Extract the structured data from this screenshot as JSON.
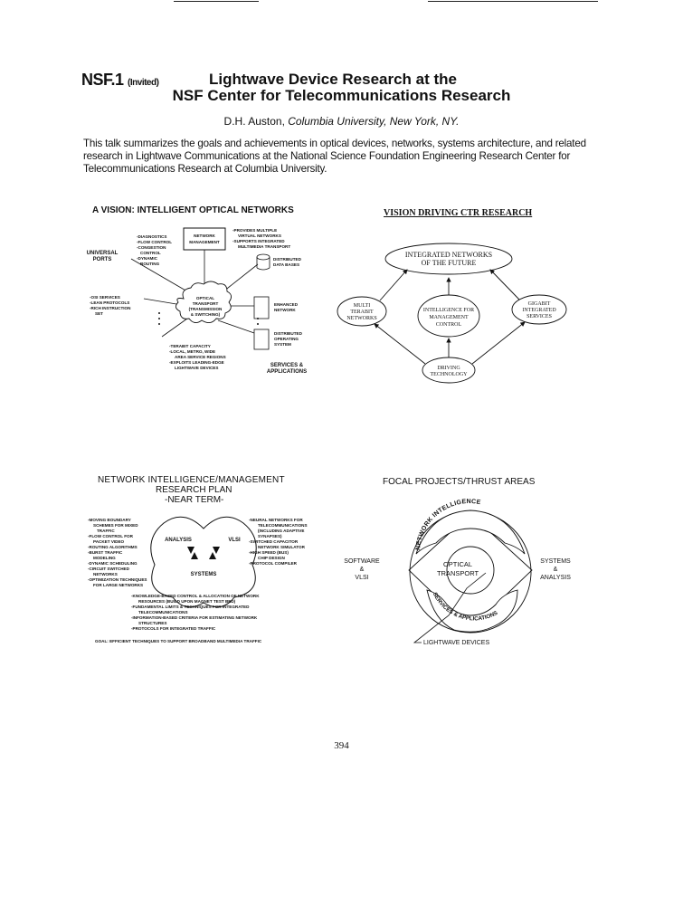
{
  "header": {
    "code": "NSF.1",
    "invited": "(Invited)",
    "title_line1": "Lightwave Device Research at the",
    "title_line2": "NSF Center for Telecommunications Research",
    "author_name": "D.H. Auston,",
    "author_affiliation": "Columbia University, New York, NY."
  },
  "abstract": "This talk summarizes the goals and achievements in optical devices, networks, systems architecture, and related research in Lightwave Communications at the National Science Foundation Engineering Research Center for Telecommunications Research at Columbia University.",
  "fig1": {
    "title": "A VISION: INTELLIGENT OPTICAL NETWORKS",
    "network_management": [
      "NETWORK",
      "MANAGEMENT"
    ],
    "left_top_list": [
      "-DIAGNOSTICS",
      "-FLOW CONTROL",
      "-CONGESTION",
      "CONTROL",
      "-DYNAMIC",
      "ROUTING"
    ],
    "universal_ports": [
      "UNIVERSAL",
      "PORTS"
    ],
    "right_top_list": [
      "-PROVIDES MULTIPLE",
      "VIRTUAL NETWORKS",
      "-SUPPORTS INTEGRATED",
      "MULTIMEDIA TRANSPORT"
    ],
    "distributed_data": [
      "DISTRIBUTED",
      "DATA BASES"
    ],
    "left_mid_list": [
      "-OSI SERVICES",
      "-LEAN PROTOCOLS",
      "-RICH INSTRUCTION",
      "SET"
    ],
    "cloud": [
      "OPTICAL",
      "TRANSPORT",
      "(TRANSMISSION",
      "& SWITCHING)"
    ],
    "enhanced": [
      "ENHANCED",
      "NETWORK"
    ],
    "distributed_os": [
      "DISTRIBUTED",
      "OPERATING",
      "SYSTEM"
    ],
    "bottom_list": [
      "-TERABIT CAPACITY",
      "-LOCAL, METRO, WIDE",
      "AREA SERVICE REGIONS",
      "-EXPLOITS LEADING-EDGE",
      "LIGHTWAVE DEVICES"
    ],
    "services": [
      "SERVICES &",
      "APPLICATIONS"
    ]
  },
  "fig2": {
    "title": "VISION DRIVING CTR RESEARCH",
    "top": [
      "INTEGRATED NETWORKS",
      "OF THE FUTURE"
    ],
    "left": [
      "MULTI",
      "TERABIT",
      "NETWORKS"
    ],
    "center": [
      "INTELLIGENCE FOR",
      "MANAGEMENT",
      "CONTROL"
    ],
    "right": [
      "GIGABIT",
      "INTEGRATED",
      "SERVICES"
    ],
    "bottom": [
      "DRIVING",
      "TECHNOLOGY"
    ]
  },
  "fig3": {
    "title_lines": [
      "NETWORK INTELLIGENCE/MANAGEMENT",
      "RESEARCH PLAN",
      "-NEAR TERM-"
    ],
    "analysis": "ANALYSIS",
    "vlsi": "VLSI",
    "systems": "SYSTEMS",
    "left_list": [
      "-MOVING BOUNDARY",
      "SCHEMES FOR MIXED",
      "TRAFFIC",
      "-FLOW CONTROL FOR",
      "PACKET VIDEO",
      "-ROUTING ALGORITHMS",
      "-BURST TRAFFIC",
      "MODELING",
      "-DYNAMIC SCHEDULING",
      "-CIRCUIT SWITCHED",
      "NETWORKS",
      "-OPTIMIZATION TECHNIQUES",
      "FOR LARGE NETWORKS"
    ],
    "right_list": [
      "-NEURAL NETWORKS FOR",
      "TELECOMMUNICATIONS",
      "(INCLUDING ADAPTIVE",
      "SYNAPSES)",
      "-SWITCHED CAPACITOR",
      "NETWORK SIMULATOR",
      "-HIGH SPEED (BUS)",
      "CHIP DESIGN",
      "-PROTOCOL COMPILER"
    ],
    "bottom_list": [
      "-KNOWLEDGE-BASED CONTROL & ALLOCATION OF NETWORK",
      "RESOURCES (BUILD UPON MAGNET TEST BED)",
      "-FUNDAMENTAL LIMITS & TECHNIQUES FOR INTEGRATED",
      "TELECOMMUNICATIONS",
      "-INFORMATION-BASED CRITERIA FOR ESTIMATING NETWORK",
      "STRUCTURES",
      "-PROTOCOLS FOR INTEGRATED TRAFFIC"
    ],
    "goal": "GOAL: EFFICIENT TECHNIQUES TO SUPPORT BROADBAND MULTIMEDIA TRAFFIC"
  },
  "fig4": {
    "title": "FOCAL PROJECTS/THRUST AREAS",
    "top_arc": "NETWORK INTELLIGENCE",
    "bottom_arc": "SERVICES & APPLICATIONS",
    "center": [
      "OPTICAL",
      "TRANSPORT"
    ],
    "left": [
      "SOFTWARE",
      "&",
      "VLSI"
    ],
    "right": [
      "SYSTEMS",
      "&",
      "ANALYSIS"
    ],
    "bottom": "LIGHTWAVE DEVICES"
  },
  "page_number": "394"
}
